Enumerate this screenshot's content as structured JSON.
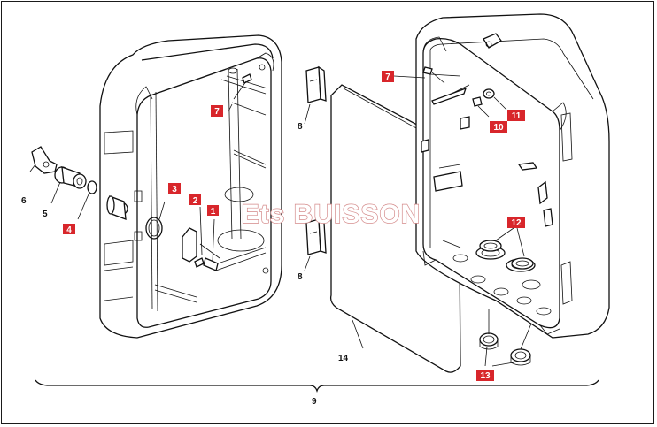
{
  "watermark": "Ets BUISSON",
  "colors": {
    "badge": "#d8262b",
    "watermark_outline": "#d48a8a",
    "line": "#111111"
  },
  "badges": {
    "b1": "1",
    "b2": "2",
    "b3": "3",
    "b4": "4",
    "b7a": "7",
    "b7b": "7",
    "b10": "10",
    "b11": "11",
    "b12": "12",
    "b13": "13"
  },
  "labels": {
    "l5": "5",
    "l6": "6",
    "l8a": "8",
    "l8b": "8",
    "l9": "9",
    "l14": "14"
  }
}
